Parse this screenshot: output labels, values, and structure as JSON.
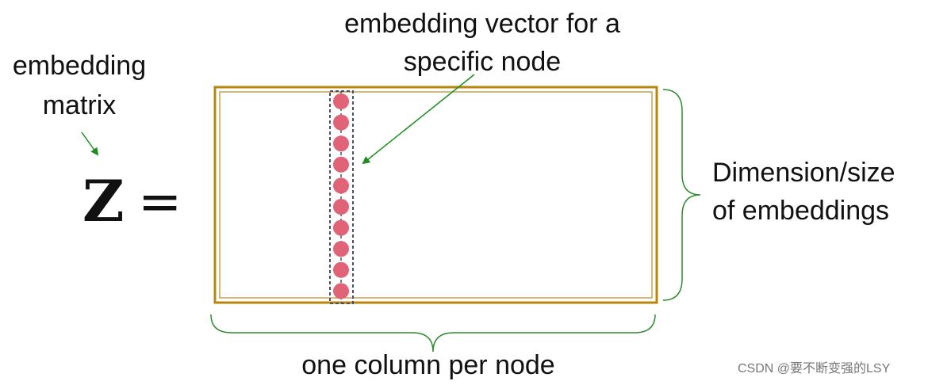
{
  "labels": {
    "top_line1": "embedding vector for a",
    "top_line2": "specific node",
    "matrix_line1": "embedding",
    "matrix_line2": "matrix",
    "z_symbol": "Z",
    "equals": "=",
    "right_line1": "Dimension/size",
    "right_line2": "of embeddings",
    "bottom": "one column per node",
    "watermark": "CSDN @要不断变强的LSY"
  },
  "matrix": {
    "highlighted_column_dots": 10
  },
  "colors": {
    "matrix_border": "#B8860B",
    "dot": "#E06377",
    "column_outline": "#4A5060",
    "arrow": "#1E8C1E",
    "brace": "#2E8B2E"
  }
}
